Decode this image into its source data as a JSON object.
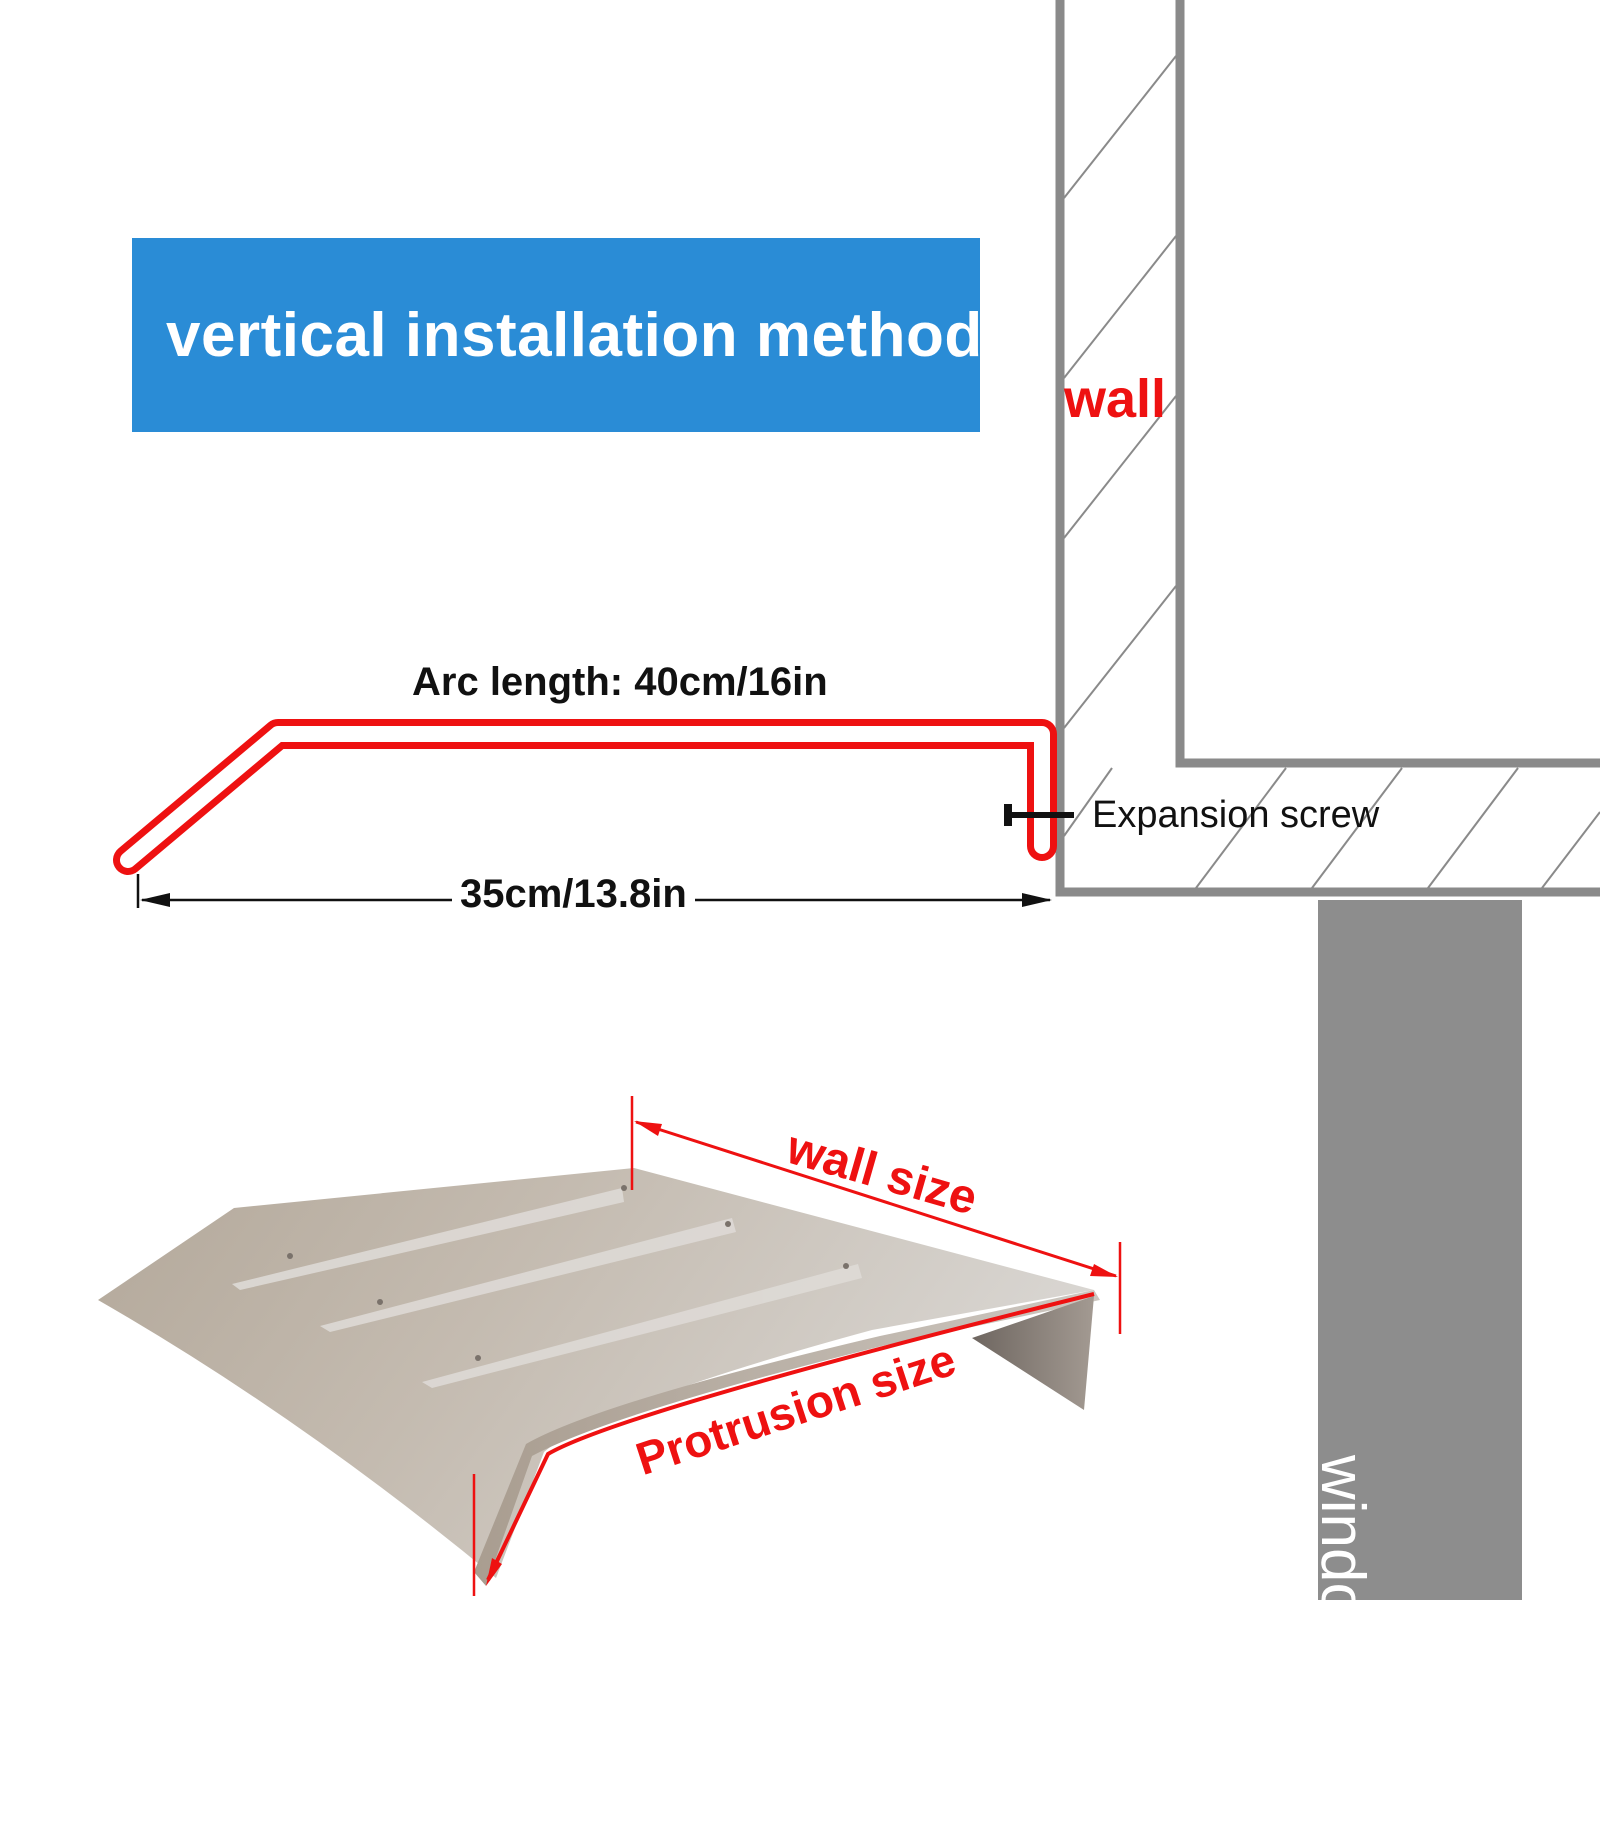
{
  "title": "vertical installation method",
  "labels": {
    "wall": "wall",
    "arc_length": "Arc length: 40cm/16in",
    "width": "35cm/13.8in",
    "expansion_screw": "Expansion screw",
    "window_frame": "window frame",
    "wall_size": "wall size",
    "protrusion_size": "Protrusion size"
  },
  "colors": {
    "banner": "#2a8cd6",
    "highlight_red": "#ee1111",
    "wall_gray": "#8a8a8a",
    "window_frame_gray": "#8d8d8d",
    "text_dark": "#111111"
  }
}
